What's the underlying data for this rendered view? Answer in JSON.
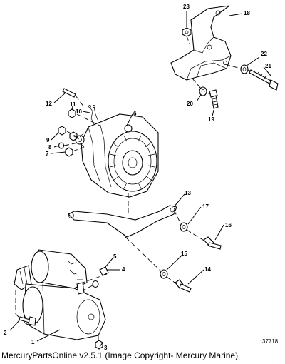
{
  "diagram": {
    "callouts": [
      {
        "id": "1",
        "label": "1"
      },
      {
        "id": "2",
        "label": "2"
      },
      {
        "id": "3",
        "label": "3"
      },
      {
        "id": "4",
        "label": "4"
      },
      {
        "id": "5",
        "label": "5"
      },
      {
        "id": "6",
        "label": "6"
      },
      {
        "id": "7",
        "label": "7"
      },
      {
        "id": "8",
        "label": "8"
      },
      {
        "id": "9",
        "label": "9"
      },
      {
        "id": "10",
        "label": "10"
      },
      {
        "id": "11",
        "label": "11"
      },
      {
        "id": "12",
        "label": "12"
      },
      {
        "id": "13",
        "label": "13"
      },
      {
        "id": "14",
        "label": "14"
      },
      {
        "id": "15",
        "label": "15"
      },
      {
        "id": "16",
        "label": "16"
      },
      {
        "id": "17",
        "label": "17"
      },
      {
        "id": "18",
        "label": "18"
      },
      {
        "id": "19",
        "label": "19"
      },
      {
        "id": "20",
        "label": "20"
      },
      {
        "id": "21",
        "label": "21"
      },
      {
        "id": "22",
        "label": "22"
      },
      {
        "id": "23",
        "label": "23"
      }
    ],
    "figure_number": "37718",
    "footer": "MercuryPartsOnline v2.5.1 (Image Copyright- Mercury Marine)"
  }
}
